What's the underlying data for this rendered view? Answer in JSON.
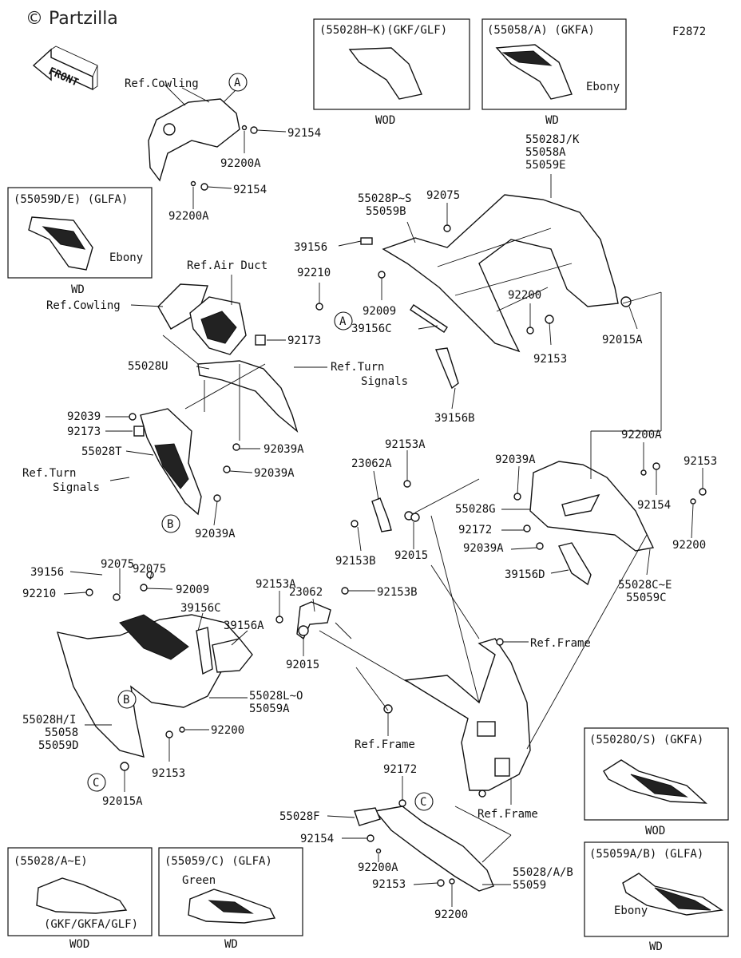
{
  "watermark": "© Partzilla",
  "figure_code": "F2872",
  "front_label": "FRONT",
  "callout_letters": {
    "a": "A",
    "b": "B",
    "c": "C"
  },
  "boxes": [
    {
      "header": "(55028H~K)(GKF/GLF)",
      "caption": "WOD",
      "note": ""
    },
    {
      "header": "(55058/A)  (GKFA)",
      "caption": "WD",
      "note": "Ebony"
    },
    {
      "header": "(55059D/E)  (GLFA)",
      "caption": "WD",
      "note": "Ebony"
    },
    {
      "header": "(55028O/S)  (GKFA)",
      "caption": "WOD",
      "note": ""
    },
    {
      "header": "(55059A/B)  (GLFA)",
      "caption": "WD",
      "note": "Ebony"
    },
    {
      "header": "(55028/A~E)",
      "caption": "WOD",
      "note": "(GKF/GKFA/GLF)"
    },
    {
      "header": "(55059/C)   (GLFA)",
      "caption": "WD",
      "note": "Green"
    }
  ],
  "labels": [
    "Ref.Cowling",
    "92154",
    "92200A",
    "92154",
    "92200A",
    "55028J/K",
    "55058A",
    "55059E",
    "55028P~S",
    "55059B",
    "92075",
    "39156",
    "92210",
    "92009",
    "39156C",
    "92200",
    "92153",
    "92015A",
    "39156B",
    "Ref.Air Duct",
    "Ref.Cowling",
    "92173",
    "55028U",
    "Ref.Turn",
    "Signals",
    "92039",
    "92173",
    "55028T",
    "92039A",
    "92039A",
    "Ref.Turn",
    "Signals",
    "92039A",
    "92153A",
    "23062A",
    "92153B",
    "92015",
    "92200A",
    "92153",
    "92039A",
    "92154",
    "55028G",
    "92172",
    "92039A",
    "92200",
    "39156D",
    "55028C~E",
    "55059C",
    "92075",
    "39156",
    "92075",
    "92210",
    "92009",
    "39156C",
    "39156A",
    "23062",
    "92153A",
    "92153B",
    "92015",
    "Ref.Frame",
    "55028L~O",
    "55059A",
    "55028H/I",
    "55058",
    "55059D",
    "92200",
    "92153",
    "92015A",
    "Ref.Frame",
    "Ref.Frame",
    "92172",
    "55028F",
    "92154",
    "92200A",
    "92153",
    "92200",
    "55028/A/B",
    "55059"
  ]
}
